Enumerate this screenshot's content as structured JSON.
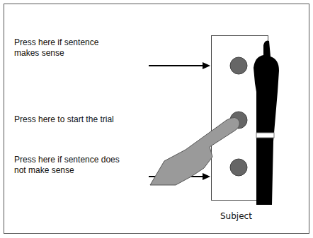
{
  "diagram": {
    "labels": [
      "Press here if sentence makes sense",
      "Press here to start the trial",
      "Press here if sentence does not make sense",
      "Subject"
    ]
  }
}
